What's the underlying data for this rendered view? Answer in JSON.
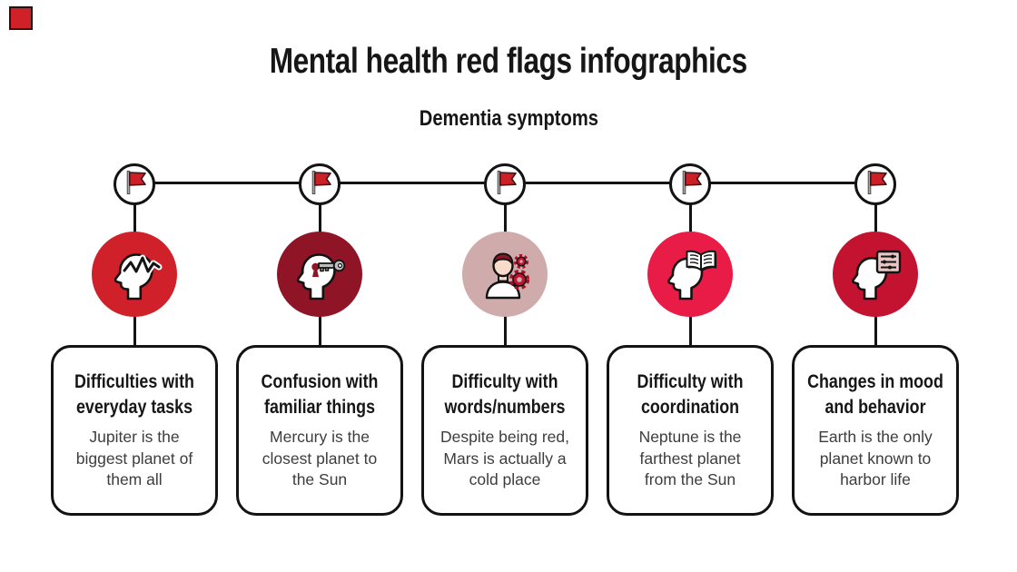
{
  "header": {
    "title": "Mental health red flags infographics",
    "subtitle": "Dementia symptoms"
  },
  "corner_marker": {
    "color": "#cf2127"
  },
  "columns": [
    {
      "flag_icon": "red-flag-icon",
      "icon": "head-pulse-icon",
      "circle_color": "#d02029",
      "card": {
        "title": "Difficulties with\neveryday tasks",
        "body": "Jupiter is the\nbiggest planet of\nthem all"
      }
    },
    {
      "flag_icon": "red-flag-icon",
      "icon": "head-key-icon",
      "circle_color": "#8e1426",
      "card": {
        "title": "Confusion with\nfamiliar things",
        "body": "Mercury is the\nclosest planet to\nthe Sun"
      }
    },
    {
      "flag_icon": "red-flag-icon",
      "icon": "person-gears-icon",
      "circle_color": "#cfabac",
      "card": {
        "title": "Difficulty with\nwords/numbers",
        "body": "Despite being red,\nMars is actually a\ncold place"
      }
    },
    {
      "flag_icon": "red-flag-icon",
      "icon": "head-book-icon",
      "circle_color": "#e91c48",
      "card": {
        "title": "Difficulty with\ncoordination",
        "body": "Neptune is the\nfarthest planet\nfrom the Sun"
      }
    },
    {
      "flag_icon": "red-flag-icon",
      "icon": "head-sliders-icon",
      "circle_color": "#c41231",
      "card": {
        "title": "Changes in mood\nand behavior",
        "body": "Earth is the only\nplanet known to\nharbor life"
      }
    }
  ],
  "colors": {
    "line_black": "#131313",
    "flag_red": "#cc2027",
    "circle_1": "#d02029",
    "circle_2": "#8e1426",
    "circle_3": "#cfabac",
    "circle_4": "#e91c48",
    "circle_5": "#c41231",
    "body_text": "#3d3d3d",
    "title_text": "#161616"
  }
}
